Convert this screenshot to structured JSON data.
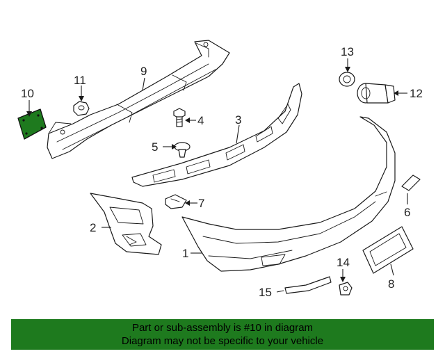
{
  "diagram": {
    "highlight_color": "#1e7a1e",
    "highlighted_part": "10",
    "callouts": [
      {
        "id": "c1",
        "label": "1"
      },
      {
        "id": "c2",
        "label": "2"
      },
      {
        "id": "c3",
        "label": "3"
      },
      {
        "id": "c4",
        "label": "4"
      },
      {
        "id": "c5",
        "label": "5"
      },
      {
        "id": "c6",
        "label": "6"
      },
      {
        "id": "c7",
        "label": "7"
      },
      {
        "id": "c8",
        "label": "8"
      },
      {
        "id": "c9",
        "label": "9"
      },
      {
        "id": "c10",
        "label": "10"
      },
      {
        "id": "c11",
        "label": "11"
      },
      {
        "id": "c12",
        "label": "12"
      },
      {
        "id": "c13",
        "label": "13"
      },
      {
        "id": "c14",
        "label": "14"
      },
      {
        "id": "c15",
        "label": "15"
      }
    ]
  },
  "banner": {
    "line1": "Part or sub-assembly is #10 in diagram",
    "line2": "Diagram may not be specific to your vehicle",
    "background": "#1e7a1e"
  }
}
